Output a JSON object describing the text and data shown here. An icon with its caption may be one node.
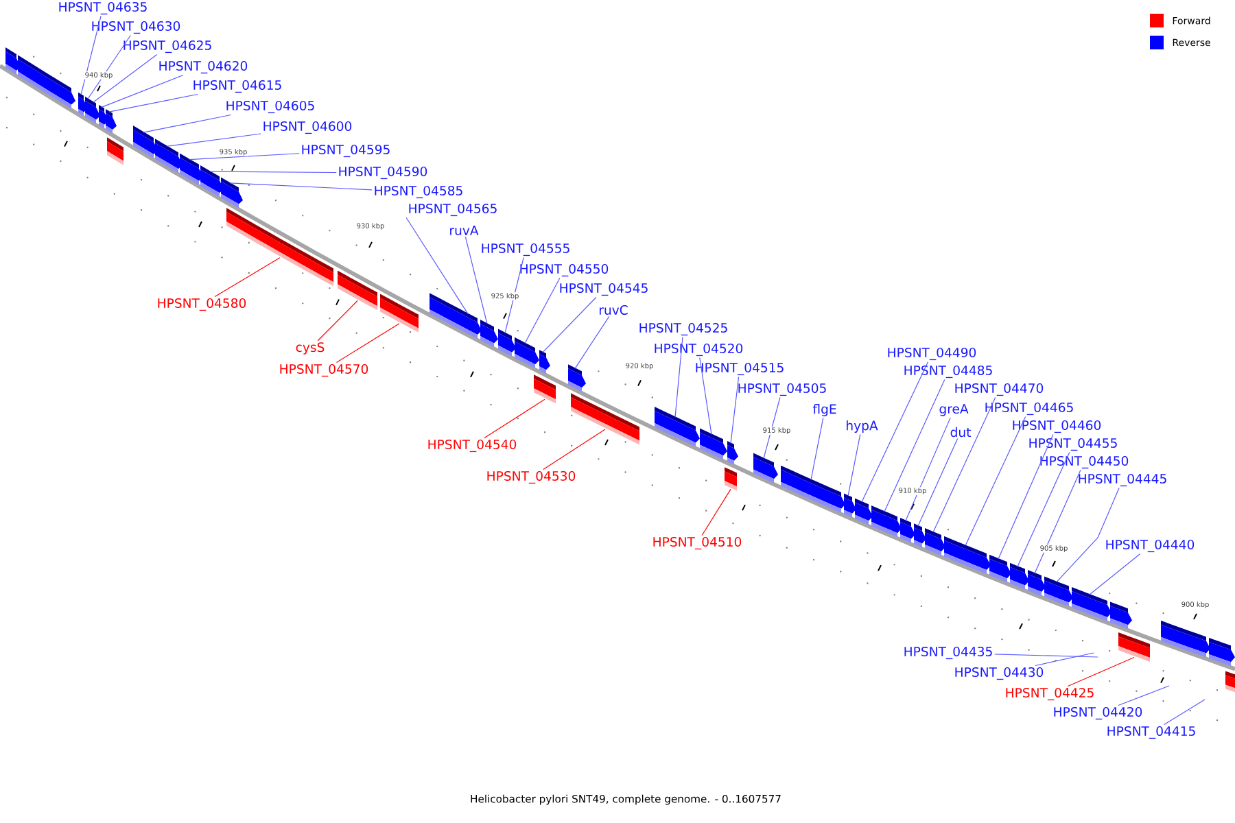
{
  "diagram": {
    "caption": "Helicobacter pylori SNT49, complete genome. - 0..1607577",
    "nodes": [
      {
        "text": [
          "HPSNT_04635"
        ]
      },
      {
        "text": [
          "HPSNT_04630"
        ]
      },
      {
        "text": [
          "HPSNT_04625"
        ]
      },
      {
        "text": [
          "HPSNT_04620"
        ]
      },
      {
        "text": [
          "HPSNT_04615"
        ]
      },
      {
        "text": [
          "HPSNT_04605"
        ]
      },
      {
        "text": [
          "HPSNT_04600"
        ]
      },
      {
        "text": [
          "HPSNT_04595"
        ]
      },
      {
        "text": [
          "HPSNT_04590"
        ]
      },
      {
        "text": [
          "HPSNT_04585"
        ]
      },
      {
        "text": [
          "HPSNT_04565"
        ]
      },
      {
        "text": [
          "ruvA"
        ]
      },
      {
        "text": [
          "HPSNT_04555"
        ]
      },
      {
        "text": [
          "HPSNT_04550"
        ]
      },
      {
        "text": [
          "HPSNT_04545"
        ]
      },
      {
        "text": [
          "ruvC"
        ]
      },
      {
        "text": [
          "HPSNT_04580"
        ]
      },
      {
        "text": [
          "cysS"
        ]
      },
      {
        "text": [
          "HPSNT_04570"
        ]
      },
      {
        "text": [
          "HPSNT_04525"
        ]
      },
      {
        "text": [
          "HPSNT_04520"
        ]
      },
      {
        "text": [
          "HPSNT_04515"
        ]
      },
      {
        "text": [
          "HPSNT_04505"
        ]
      },
      {
        "text": [
          "flgE"
        ]
      },
      {
        "text": [
          "hypA"
        ]
      },
      {
        "text": [
          "HPSNT_04490"
        ]
      },
      {
        "text": [
          "HPSNT_04485"
        ]
      },
      {
        "text": [
          "greA"
        ]
      },
      {
        "text": [
          "HPSNT_04470"
        ]
      },
      {
        "text": [
          "dut"
        ]
      },
      {
        "text": [
          "HPSNT_04465"
        ]
      },
      {
        "text": [
          "HPSNT_04460"
        ]
      },
      {
        "text": [
          "HPSNT_04455"
        ]
      },
      {
        "text": [
          "HPSNT_04450"
        ]
      },
      {
        "text": [
          "HPSNT_04445"
        ]
      },
      {
        "text": [
          "HPSNT_04540"
        ]
      },
      {
        "text": [
          "HPSNT_04530"
        ]
      },
      {
        "text": [
          "HPSNT_04440"
        ]
      },
      {
        "text": [
          "HPSNT_04510"
        ]
      },
      {
        "text": [
          "HPSNT_04435"
        ]
      },
      {
        "text": [
          "HPSNT_04430"
        ]
      },
      {
        "text": [
          "HPSNT_04425"
        ]
      },
      {
        "text": [
          "HPSNT_04420"
        ]
      },
      {
        "text": [
          "HPSNT_04415"
        ]
      },
      {
        "text": [],
        "shape": "box"
      },
      {
        "text": [],
        "shape": "box"
      },
      {
        "text": [],
        "shape": "box"
      },
      {
        "text": [],
        "shape": "box"
      },
      {
        "text": [],
        "shape": "box"
      },
      {
        "text": [],
        "shape": "box"
      },
      {
        "text": [],
        "shape": "box"
      },
      {
        "text": [],
        "shape": "box"
      },
      {
        "text": [],
        "shape": "box"
      },
      {
        "text": [],
        "shape": "box"
      },
      {
        "text": [],
        "shape": "box"
      },
      {
        "text": [],
        "shape": "box"
      },
      {
        "text": [],
        "shape": "box"
      },
      {
        "text": [],
        "shape": "box"
      },
      {
        "text": [],
        "shape": "box"
      },
      {
        "text": [],
        "shape": "box"
      },
      {
        "text": [],
        "shape": "box"
      },
      {
        "text": [],
        "shape": "box"
      },
      {
        "text": [],
        "shape": "box"
      },
      {
        "text": [],
        "shape": "box"
      },
      {
        "text": [],
        "shape": "box"
      },
      {
        "text": [],
        "shape": "box"
      },
      {
        "text": [],
        "shape": "box"
      },
      {
        "text": [],
        "shape": "box"
      },
      {
        "text": [],
        "shape": "box"
      },
      {
        "text": [],
        "shape": "box"
      },
      {
        "text": [],
        "shape": "box"
      },
      {
        "text": [],
        "shape": "box"
      },
      {
        "text": [],
        "shape": "box"
      },
      {
        "text": [],
        "shape": "box"
      },
      {
        "text": [],
        "shape": "box"
      },
      {
        "text": [],
        "shape": "box"
      },
      {
        "text": [],
        "shape": "box"
      },
      {
        "text": [],
        "shape": "box"
      },
      {
        "text": [],
        "shape": "box"
      },
      {
        "text": [],
        "shape": "box"
      },
      {
        "text": [],
        "shape": "box"
      },
      {
        "text": [],
        "shape": "box"
      },
      {
        "text": [],
        "shape": "box"
      },
      {
        "text": [],
        "shape": "box"
      },
      {
        "text": [],
        "shape": "box"
      },
      {
        "text": [],
        "shape": "box"
      },
      {
        "text": [],
        "shape": "box"
      },
      {
        "text": [],
        "shape": "box"
      },
      {
        "text": [],
        "shape": "box"
      },
      {
        "text": [],
        "shape": "box"
      },
      {
        "text": [],
        "shape": "box"
      }
    ],
    "edges": [
      {
        "from": 0,
        "to": 46,
        "arrow": "none"
      },
      {
        "from": 1,
        "to": 47,
        "arrow": "none"
      },
      {
        "from": 2,
        "to": 48,
        "arrow": "none"
      },
      {
        "from": 3,
        "to": 49,
        "arrow": "none"
      },
      {
        "from": 4,
        "to": 50,
        "arrow": "none"
      },
      {
        "from": 5,
        "to": 52,
        "arrow": "none"
      },
      {
        "from": 6,
        "to": 53,
        "arrow": "none"
      },
      {
        "from": 7,
        "to": 54,
        "arrow": "none"
      },
      {
        "from": 8,
        "to": 55,
        "arrow": "none"
      },
      {
        "from": 9,
        "to": 56,
        "arrow": "none"
      },
      {
        "from": 10,
        "to": 60,
        "arrow": "none"
      },
      {
        "from": 11,
        "to": 61,
        "arrow": "none"
      },
      {
        "from": 12,
        "to": 62,
        "arrow": "none"
      },
      {
        "from": 13,
        "to": 63,
        "arrow": "none"
      },
      {
        "from": 14,
        "to": 65,
        "arrow": "none"
      },
      {
        "from": 15,
        "to": 66,
        "arrow": "none"
      },
      {
        "from": 16,
        "to": 57,
        "arrow": "none",
        "color": "#ff0000"
      },
      {
        "from": 17,
        "to": 58,
        "arrow": "none",
        "color": "#ff0000"
      },
      {
        "from": 18,
        "to": 59,
        "arrow": "none",
        "color": "#ff0000"
      },
      {
        "from": 19,
        "to": 68,
        "arrow": "none"
      },
      {
        "from": 20,
        "to": 69,
        "arrow": "none"
      },
      {
        "from": 21,
        "to": 71,
        "arrow": "none"
      },
      {
        "from": 22,
        "to": 72,
        "arrow": "none"
      },
      {
        "from": 23,
        "to": 73,
        "arrow": "none"
      },
      {
        "from": 24,
        "to": 74,
        "arrow": "none"
      },
      {
        "from": 25,
        "to": 75,
        "arrow": "none"
      },
      {
        "from": 26,
        "to": 76,
        "arrow": "none"
      },
      {
        "from": 27,
        "to": 77,
        "arrow": "none"
      },
      {
        "from": 28,
        "to": 79,
        "arrow": "none"
      },
      {
        "from": 29,
        "to": 78,
        "arrow": "none"
      },
      {
        "from": 30,
        "to": 80,
        "arrow": "none"
      },
      {
        "from": 31,
        "to": 81,
        "arrow": "none"
      },
      {
        "from": 32,
        "to": 82,
        "arrow": "none"
      },
      {
        "from": 33,
        "to": 83,
        "arrow": "none"
      },
      {
        "from": 34,
        "to": 84,
        "arrow": "none"
      },
      {
        "from": 35,
        "to": 64,
        "arrow": "none",
        "color": "#ff0000"
      },
      {
        "from": 36,
        "to": 67,
        "arrow": "none",
        "color": "#ff0000"
      },
      {
        "from": 37,
        "to": 85,
        "arrow": "none"
      },
      {
        "from": 38,
        "to": 70,
        "arrow": "none",
        "color": "#ff0000"
      },
      {
        "from": 39,
        "to": null,
        "arrow": "none"
      },
      {
        "from": 40,
        "to": null,
        "arrow": "none"
      },
      {
        "from": 41,
        "to": 87,
        "arrow": "none",
        "color": "#ff0000"
      },
      {
        "from": 42,
        "to": null,
        "arrow": "none"
      },
      {
        "from": 43,
        "to": null,
        "arrow": "none"
      }
    ],
    "labels": [
      "940 kbp",
      "935 kbp",
      "930 kbp",
      "925 kbp",
      "920 kbp",
      "915 kbp",
      "910 kbp",
      "905 kbp",
      "900 kbp"
    ],
    "legend": [
      {
        "text": "Forward",
        "color": "#ff0000"
      },
      {
        "text": "Reverse",
        "color": "#0000ff"
      }
    ]
  }
}
